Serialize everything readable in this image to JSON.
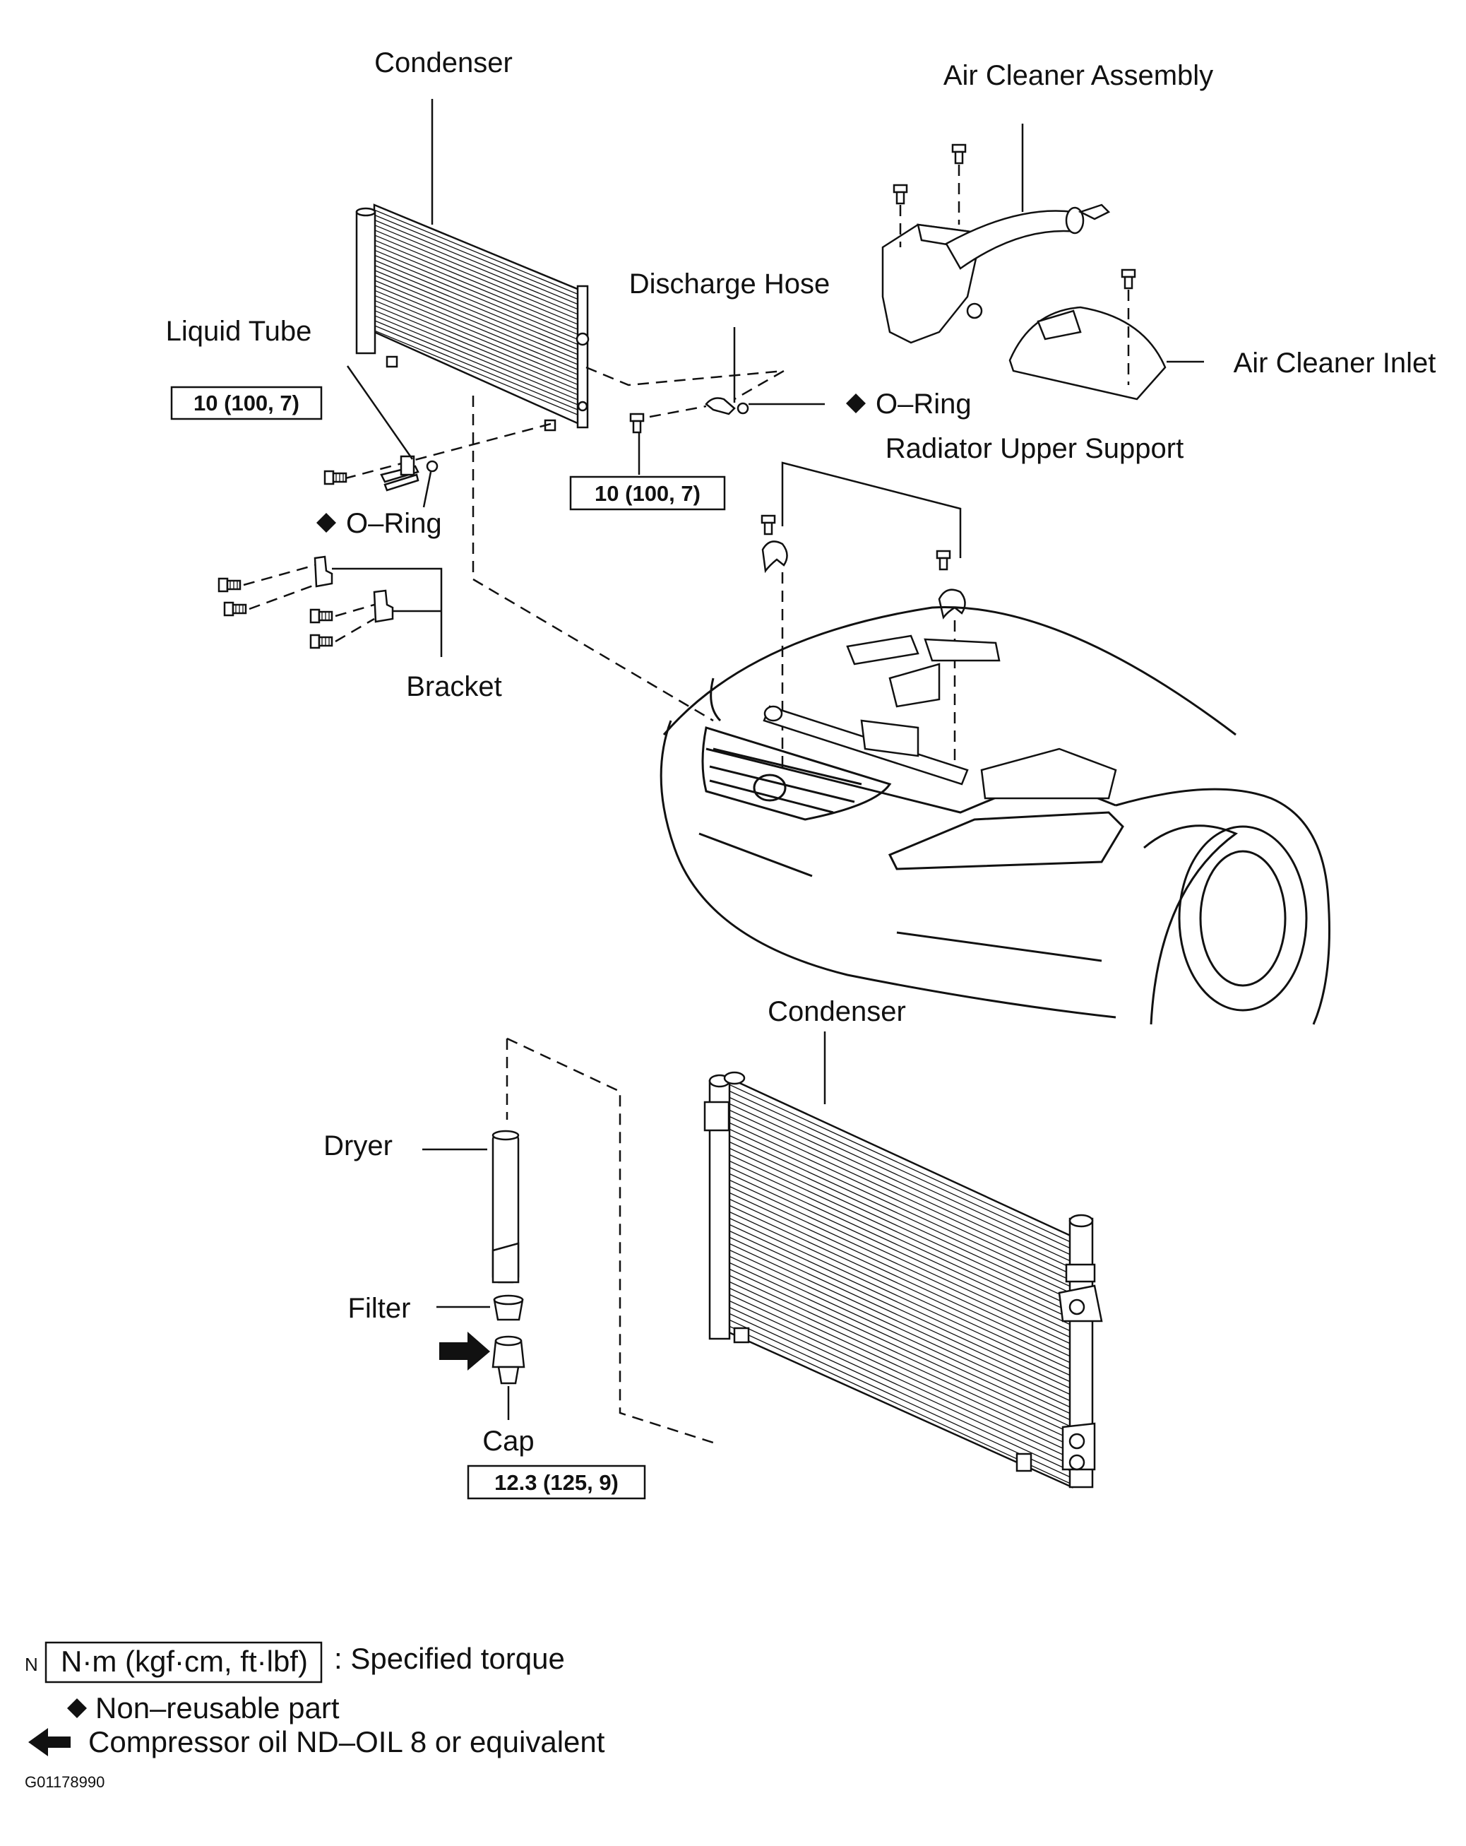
{
  "labels": {
    "condenser_top": "Condenser",
    "air_cleaner_assembly": "Air Cleaner Assembly",
    "discharge_hose": "Discharge Hose",
    "liquid_tube": "Liquid Tube",
    "air_cleaner_inlet": "Air Cleaner Inlet",
    "o_ring_right": "O–Ring",
    "radiator_upper_support": "Radiator Upper Support",
    "o_ring_left": "O–Ring",
    "bracket": "Bracket",
    "condenser_bottom": "Condenser",
    "dryer": "Dryer",
    "filter": "Filter",
    "cap": "Cap"
  },
  "torques": {
    "liquid_tube_bolt": "10 (100, 7)",
    "discharge_hose_bolt": "10 (100, 7)",
    "cap": "12.3 (125, 9)"
  },
  "legend": {
    "torque_marker": "N",
    "torque_units": "N·m (kgf·cm, ft·lbf)",
    "torque_desc": ": Specified torque",
    "non_reusable": "Non–reusable part",
    "compressor_oil": "Compressor oil ND–OIL 8 or equivalent"
  },
  "figure_id": "G01178990",
  "icons": {
    "non_reusable": "diamond-icon",
    "compressor_oil": "left-arrow-icon"
  }
}
